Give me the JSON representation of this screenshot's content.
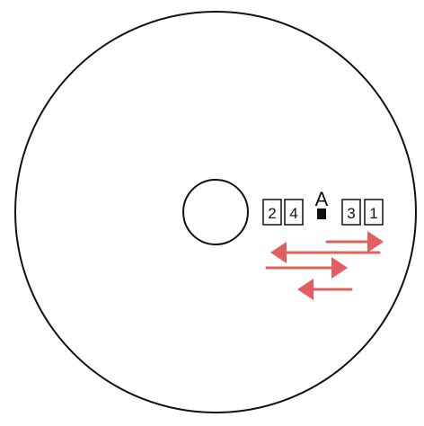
{
  "diagram": {
    "sequence_left": [
      "2",
      "4"
    ],
    "head_label": "A",
    "sequence_right": [
      "3",
      "1"
    ],
    "colors": {
      "outline": "#111111",
      "arrow": "#e35f5f",
      "background": "#ffffff"
    },
    "arrow_directions": [
      "right",
      "left",
      "right",
      "left"
    ]
  }
}
